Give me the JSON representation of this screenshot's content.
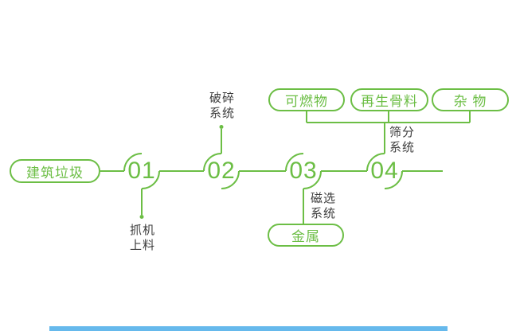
{
  "colors": {
    "green": "#6cbe45",
    "text_dark": "#3d3d3d",
    "bottom_bar": "#66b9ec"
  },
  "flow": {
    "source": "建筑垃圾",
    "steps": [
      {
        "number": "01",
        "system_line1": "抓机",
        "system_line2": "上料"
      },
      {
        "number": "02",
        "system_line1": "破碎",
        "system_line2": "系统"
      },
      {
        "number": "03",
        "system_line1": "磁选",
        "system_line2": "系统"
      },
      {
        "number": "04",
        "system_line1": "筛分",
        "system_line2": "系统"
      }
    ],
    "top_outputs": [
      {
        "label": "可燃物"
      },
      {
        "label": "再生骨料"
      },
      {
        "label": "杂 物"
      }
    ],
    "bottom_output": {
      "label": "金属"
    }
  }
}
